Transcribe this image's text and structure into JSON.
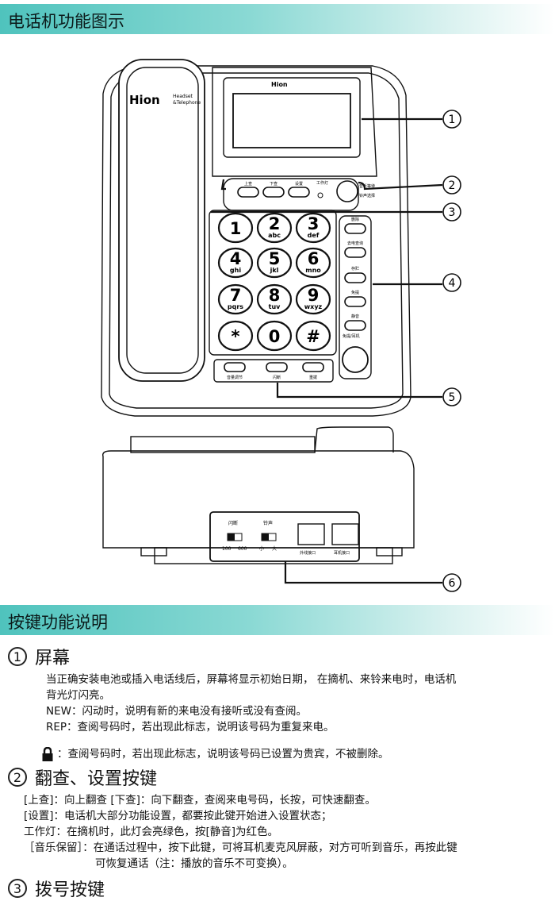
{
  "header1": "电话机功能图示",
  "header2": "按键功能说明",
  "figure": {
    "brand": "Hion",
    "brand_sub1": "Headset",
    "brand_sub2": "&Telephone",
    "top_buttons": [
      "上查",
      "下查",
      "设置"
    ],
    "work_light": "工作灯",
    "music_hold": [
      "音乐等待",
      "铃声选择"
    ],
    "keypad": [
      {
        "num": "1",
        "sub": ""
      },
      {
        "num": "2",
        "sub": "abc"
      },
      {
        "num": "3",
        "sub": "def"
      },
      {
        "num": "4",
        "sub": "ghi"
      },
      {
        "num": "5",
        "sub": "jkl"
      },
      {
        "num": "6",
        "sub": "mno"
      },
      {
        "num": "7",
        "sub": "pqrs"
      },
      {
        "num": "8",
        "sub": "tuv"
      },
      {
        "num": "9",
        "sub": "wxyz"
      },
      {
        "num": "*",
        "sub": ""
      },
      {
        "num": "0",
        "sub": ""
      },
      {
        "num": "#",
        "sub": ""
      }
    ],
    "side_buttons": [
      "删除",
      "去电查询",
      "存贮",
      "免提",
      "静音"
    ],
    "handsfree": "免提/耳机",
    "bottom_buttons": [
      "音量调节",
      "闪断",
      "重拨"
    ],
    "callouts": [
      "1",
      "2",
      "3",
      "4",
      "5",
      "6"
    ],
    "rear": {
      "flash_label": "闪断",
      "flash_values": [
        "100",
        "600"
      ],
      "ring_label": "铃声",
      "ring_values": [
        "小",
        "大"
      ],
      "line_port": "外线接口",
      "headset_port": "耳机接口"
    }
  },
  "sections": [
    {
      "num": "1",
      "title": "屏幕",
      "lines": [
        "当正确安装电池或插入电话线后，屏幕将显示初始日期， 在摘机、来铃来电时，电话机",
        "背光灯闪亮。",
        "NEW：闪动时，说明有新的来电没有接听或没有查阅。",
        "REP：查阅号码时，若出现此标志，说明该号码为重复来电。"
      ],
      "lock_line": "：查阅号码时，若出现此标志，说明该号码已设置为贵宾，不被删除。"
    },
    {
      "num": "2",
      "title": "翻查、设置按键",
      "lines": [
        "[上查]：向上翻查 [下查]：向下翻查，查阅来电号码，长按，可快速翻查。",
        "[设置]：电话机大部分功能设置，都要按此键开始进入设置状态；",
        "工作灯：在摘机时，此灯会亮绿色，按[静音]为红色。",
        "［音乐保留］：在通话过程中，按下此键，可将耳机麦克风屏蔽，对方可听到音乐，再按此键",
        "可恢复通话（注：播放的音乐不可变换）。"
      ]
    },
    {
      "num": "3",
      "title": "拨号按键",
      "lines": []
    }
  ]
}
